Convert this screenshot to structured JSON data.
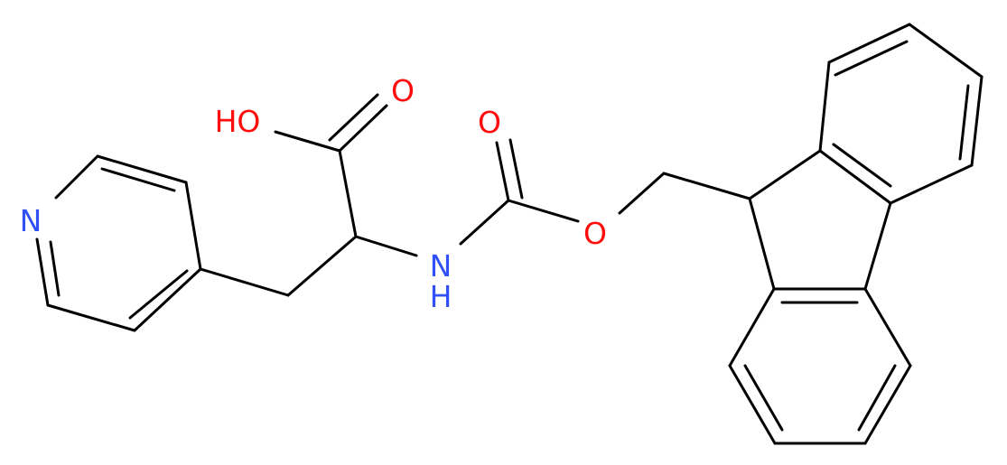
{
  "molecule": {
    "atoms": {
      "nitrogen_ring": "N",
      "hydroxyl": "HO",
      "carbonyl_oxygen_acid": "O",
      "amine_n": "N",
      "amine_h": "H",
      "carbonyl_oxygen_carbamate": "O",
      "ether_oxygen": "O"
    },
    "colors": {
      "bond": "#000000",
      "oxygen": "#ff0d0d",
      "nitrogen": "#3050f8"
    }
  }
}
